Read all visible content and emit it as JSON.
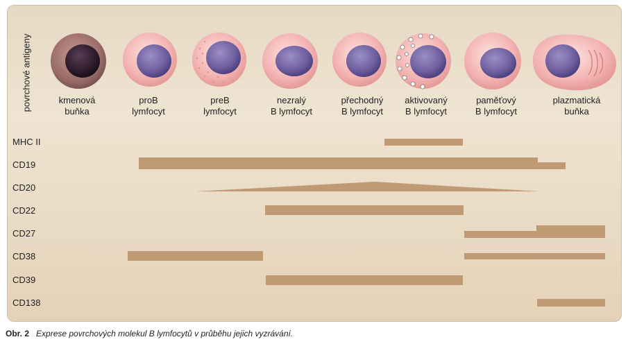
{
  "y_axis_title": "povrchové antigeny",
  "stages": [
    {
      "line1": "kmenová",
      "line2": "buňka"
    },
    {
      "line1": "proB",
      "line2": "lymfocyt"
    },
    {
      "line1": "preB",
      "line2": "lymfocyt"
    },
    {
      "line1": "nezralý",
      "line2": "B lymfocyt"
    },
    {
      "line1": "přechodný",
      "line2": "B lymfocyt"
    },
    {
      "line1": "aktivovaný",
      "line2": "B lymfocyt"
    },
    {
      "line1": "paměťový",
      "line2": "B lymfocyt"
    },
    {
      "line1": "plazmatická",
      "line2": "buňka"
    }
  ],
  "markers": [
    "MHC II",
    "CD19",
    "CD20",
    "CD22",
    "CD27",
    "CD38",
    "CD39",
    "CD138"
  ],
  "caption": {
    "label": "Obr. 2",
    "text": "Exprese povrchových molekul B lymfocytů v průběhu jejich vyzrávání."
  },
  "colors": {
    "bar": "#bf9a74",
    "panel": "#eadfcb",
    "cell_body": "#f3b3b2",
    "nucleus": "#6e5f9e"
  }
}
